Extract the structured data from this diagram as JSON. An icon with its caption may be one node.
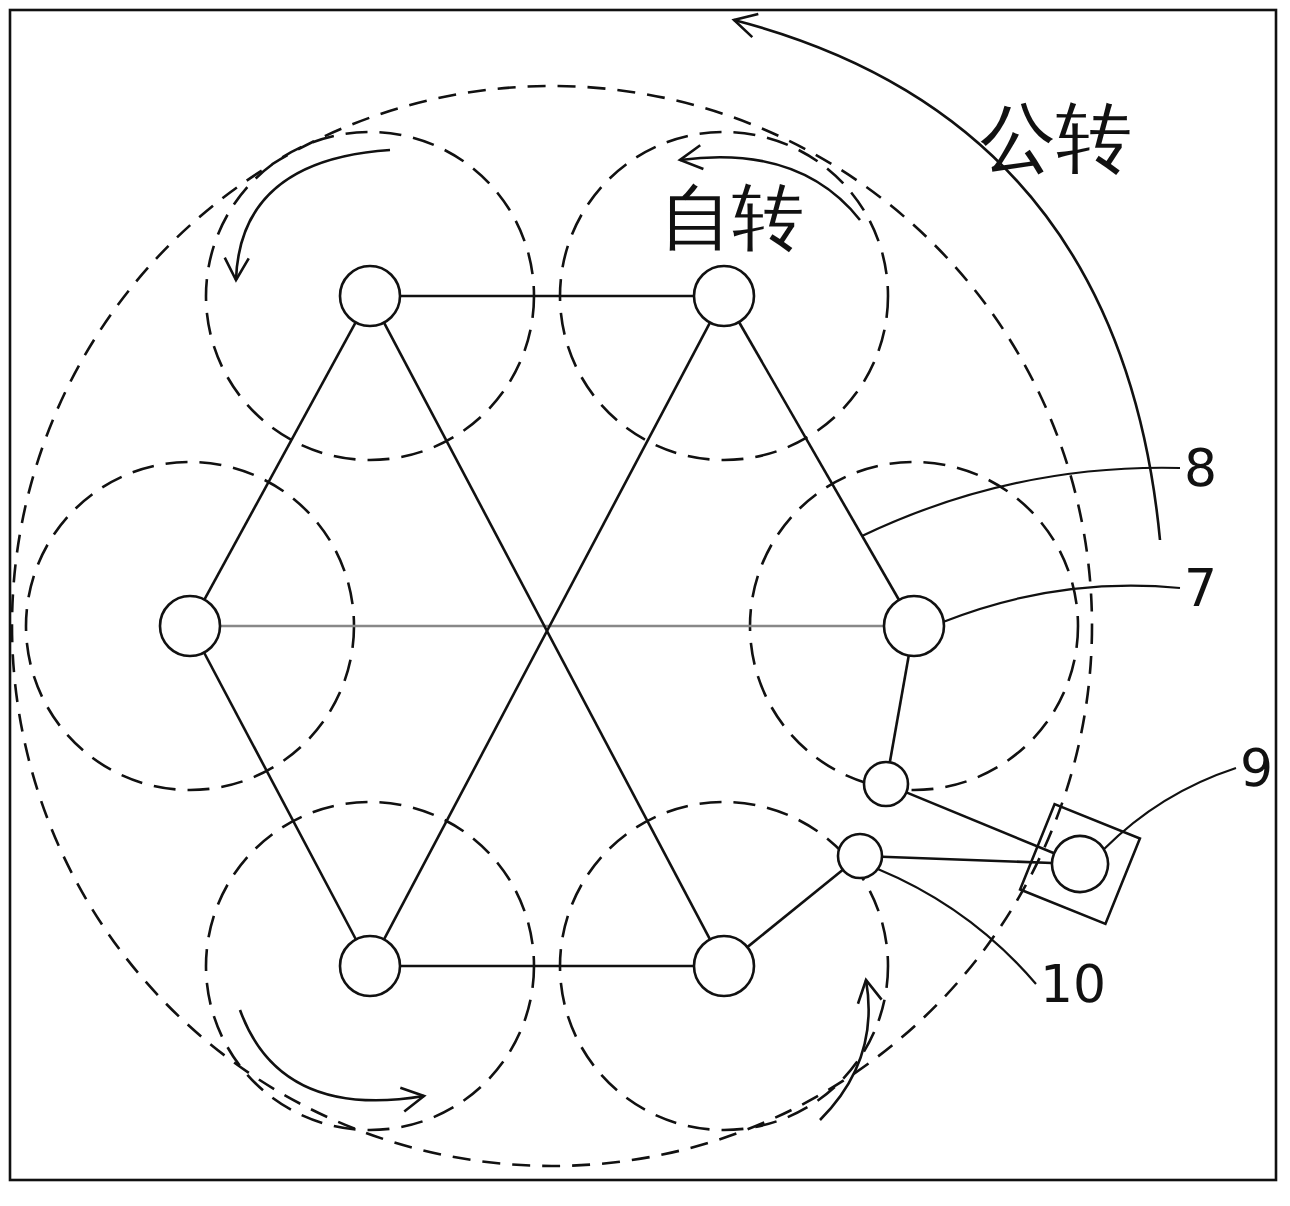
{
  "diagram": {
    "nodes": [
      {
        "text": [
          "8"
        ]
      },
      {
        "text": [
          "7"
        ]
      },
      {
        "text": [],
        "shape": "circle"
      },
      {
        "text": [
          "9"
        ]
      },
      {
        "text": [],
        "shape": "box"
      },
      {
        "text": [
          "10"
        ]
      },
      {
        "text": [],
        "shape": "circle"
      },
      {
        "text": [],
        "shape": "circle"
      },
      {
        "text": [],
        "shape": "circle"
      },
      {
        "text": [],
        "shape": "circle"
      },
      {
        "text": [],
        "shape": "circle"
      },
      {
        "text": [],
        "shape": "circle"
      },
      {
        "text": [],
        "shape": "circle"
      }
    ],
    "edges": [
      {
        "from": 0,
        "to": null,
        "arrow": "none"
      },
      {
        "from": 1,
        "to": 2,
        "arrow": "none"
      },
      {
        "from": 3,
        "to": 4,
        "arrow": "none"
      },
      {
        "from": 5,
        "to": 6,
        "arrow": "none"
      },
      {
        "from": 7,
        "to": 8,
        "arrow": "none"
      },
      {
        "from": 9,
        "to": 2,
        "arrow": "none",
        "color": "#888888"
      },
      {
        "from": 10,
        "to": 11,
        "arrow": "none"
      },
      {
        "from": 9,
        "to": 7,
        "arrow": "none"
      },
      {
        "from": 7,
        "to": 11,
        "arrow": "none"
      },
      {
        "from": 9,
        "to": 10,
        "arrow": "none"
      },
      {
        "from": 10,
        "to": 8,
        "arrow": "none"
      },
      {
        "from": 8,
        "to": 2,
        "arrow": "none"
      },
      {
        "from": 2,
        "to": 12,
        "arrow": "none"
      },
      {
        "from": 12,
        "to": 4,
        "arrow": "none"
      },
      {
        "from": 4,
        "to": 6,
        "arrow": "none"
      },
      {
        "from": 6,
        "to": 11,
        "arrow": "none"
      }
    ],
    "labels": [
      "公转",
      "自转"
    ]
  }
}
